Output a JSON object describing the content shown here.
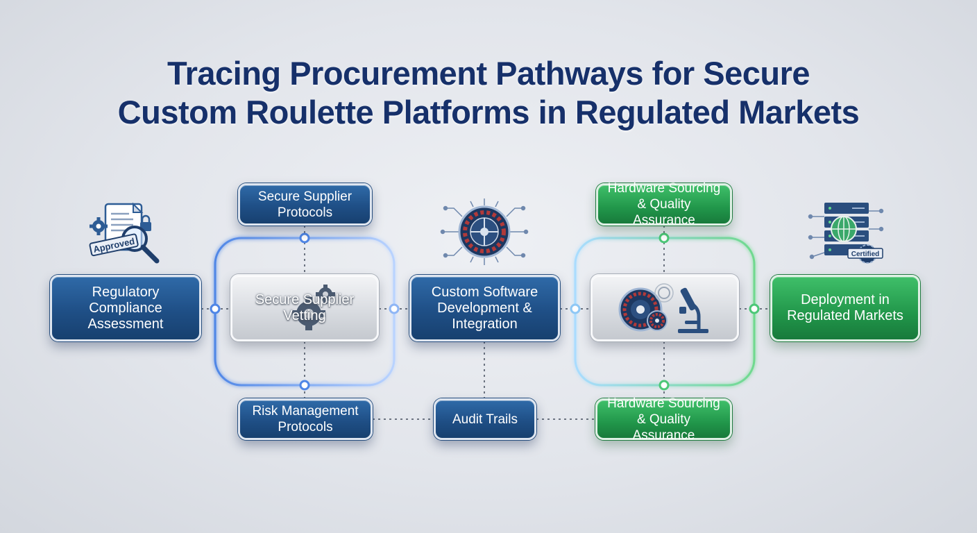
{
  "title": {
    "line1": "Tracing Procurement Pathways for Secure",
    "line2": "Custom Roulette Platforms in Regulated Markets"
  },
  "nodes": {
    "regulatory": "Regulatory Compliance Assessment",
    "supplier_vetting": "Secure Supplier Vetting",
    "supplier_protocols": "Secure Supplier Protocols",
    "risk_management": "Risk Management Protocols",
    "software": "Custom Software Development & Integration",
    "audit": "Audit Trails",
    "hardware_top": "Hardware Sourcing & Quality Assurance",
    "hardware_bottom": "Hardware Sourcing & Quality Assurance",
    "deployment": "Deployment in Regulated Markets"
  },
  "icon_labels": {
    "approved_stamp": "Approved",
    "certified_badge": "Certified"
  },
  "icons": [
    "document-magnifier-icon",
    "roulette-circuit-icon",
    "roulette-microscope-icon",
    "server-globe-icon",
    "gear-icon"
  ],
  "colors": {
    "title": "#16306a",
    "blue_node": "#1f4f86",
    "green_node": "#21964a",
    "silver_node": "#d9dce1",
    "blue_glow": "#5b8fe0",
    "green_glow": "#6fd98e"
  }
}
